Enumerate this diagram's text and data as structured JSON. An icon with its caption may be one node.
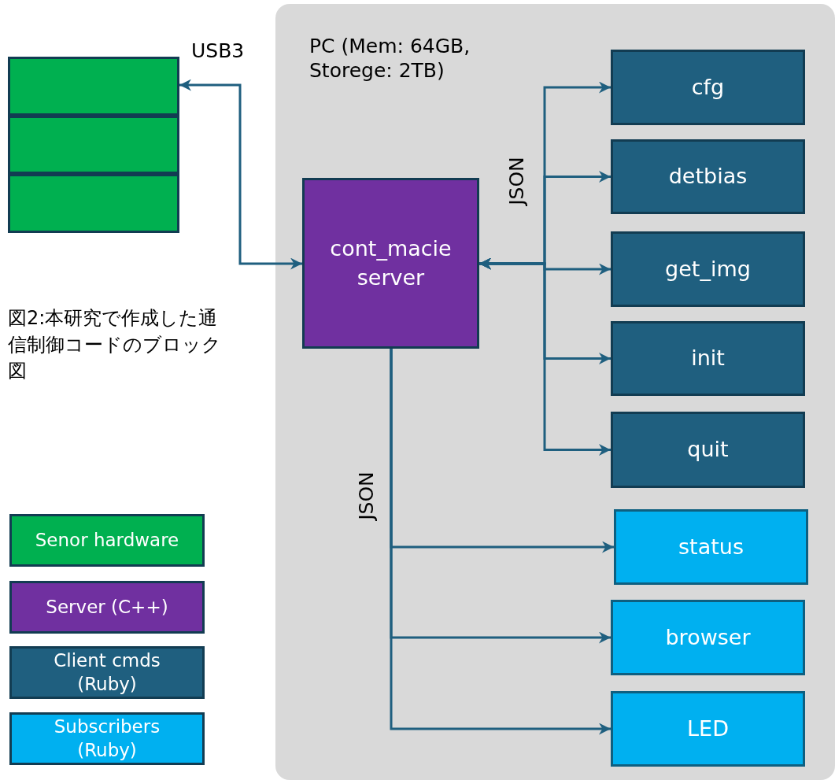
{
  "diagram": {
    "caption": "図2:本研究で作成した通信制御コードのブロック図",
    "nodes": [
      {
        "text": [
          "PC (Mem: 64GB, Storege: 2TB)"
        ]
      },
      {
        "text": [],
        "shape": "box"
      },
      {
        "text": [],
        "shape": "box"
      },
      {
        "text": [],
        "shape": "box"
      },
      {
        "text": [
          "cont_macie server"
        ],
        "in": 0
      },
      {
        "text": [
          "cfg"
        ],
        "in": 0
      },
      {
        "text": [
          "detbias"
        ],
        "in": 0
      },
      {
        "text": [
          "get_img"
        ],
        "in": 0
      },
      {
        "text": [
          "init"
        ],
        "in": 0
      },
      {
        "text": [
          "quit"
        ],
        "in": 0
      },
      {
        "text": [
          "status"
        ],
        "in": 0
      },
      {
        "text": [
          "browser"
        ],
        "in": 0
      },
      {
        "text": [
          "LED"
        ],
        "in": 0
      }
    ],
    "edges": [
      {
        "from": 1,
        "to": 4,
        "arrow": "both",
        "label": "USB3"
      },
      {
        "from": 4,
        "to": 5,
        "arrow": "both",
        "label": "JSON"
      },
      {
        "from": 4,
        "to": 6,
        "arrow": "both"
      },
      {
        "from": 4,
        "to": 7,
        "arrow": "both"
      },
      {
        "from": 4,
        "to": 8,
        "arrow": "both"
      },
      {
        "from": 4,
        "to": 9,
        "arrow": "both"
      },
      {
        "from": 4,
        "to": 10,
        "arrow": "to",
        "label": "JSON"
      },
      {
        "from": 4,
        "to": 11,
        "arrow": "to"
      },
      {
        "from": 4,
        "to": 12,
        "arrow": "to"
      }
    ],
    "legend": [
      {
        "text": "Senor hardware",
        "color": "#00b050"
      },
      {
        "text": "Server (C++)",
        "color": "#7030a0"
      },
      {
        "text": "Client cmds (Ruby)",
        "color": "#1f5f7f"
      },
      {
        "text": "Subscribers (Ruby)",
        "color": "#00b0f0"
      }
    ]
  }
}
